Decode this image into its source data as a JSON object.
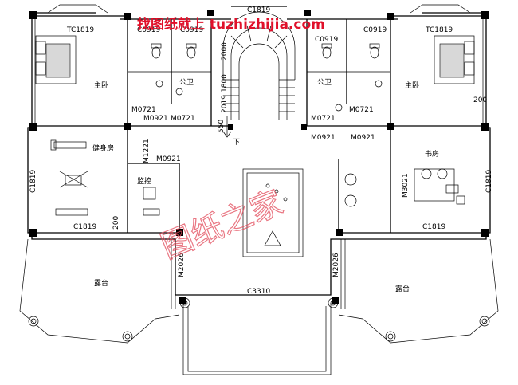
{
  "watermark": {
    "top_text": "找图纸就上 tuzhizhijia.com",
    "stamp_text": "图纸之家",
    "color": "#e0102a"
  },
  "rooms": {
    "master_bedroom_left": "主卧",
    "master_bedroom_right": "主卧",
    "bathroom_left": "公卫",
    "bathroom_right": "公卫",
    "gym": "健身房",
    "monitor": "监控",
    "study": "书房",
    "terrace_left": "露台",
    "terrace_right": "露台",
    "stair_down": "下"
  },
  "labels": {
    "tc_left": "TC1819",
    "tc_right": "TC1819",
    "c_top": "C1819",
    "c0919_a": "C0919",
    "c0919_b": "C0919",
    "c0919_c": "C0919",
    "c0919_d": "C0919",
    "m0721_a": "M0721",
    "m0721_b": "M0721",
    "m0721_c": "M0721",
    "m0721_d": "M0721",
    "m0921_a": "M0921",
    "m0921_b": "M0921",
    "m0921_c": "M0921",
    "m0921_d": "M0921",
    "m1221": "M1221",
    "m3021": "M3021",
    "c1819_gym": "C1819",
    "c1819_gym_side": "C1819",
    "c1819_study": "C1819",
    "c1819_study_side": "C1819",
    "m2026_left": "M2026",
    "m2026_right": "M2026",
    "c3310": "C3310",
    "dim_2000": "2000",
    "dim_1800": "1800",
    "dim_2019": "2019",
    "dim_550": "550",
    "dim_200_a": "200",
    "dim_200_b": "200"
  }
}
